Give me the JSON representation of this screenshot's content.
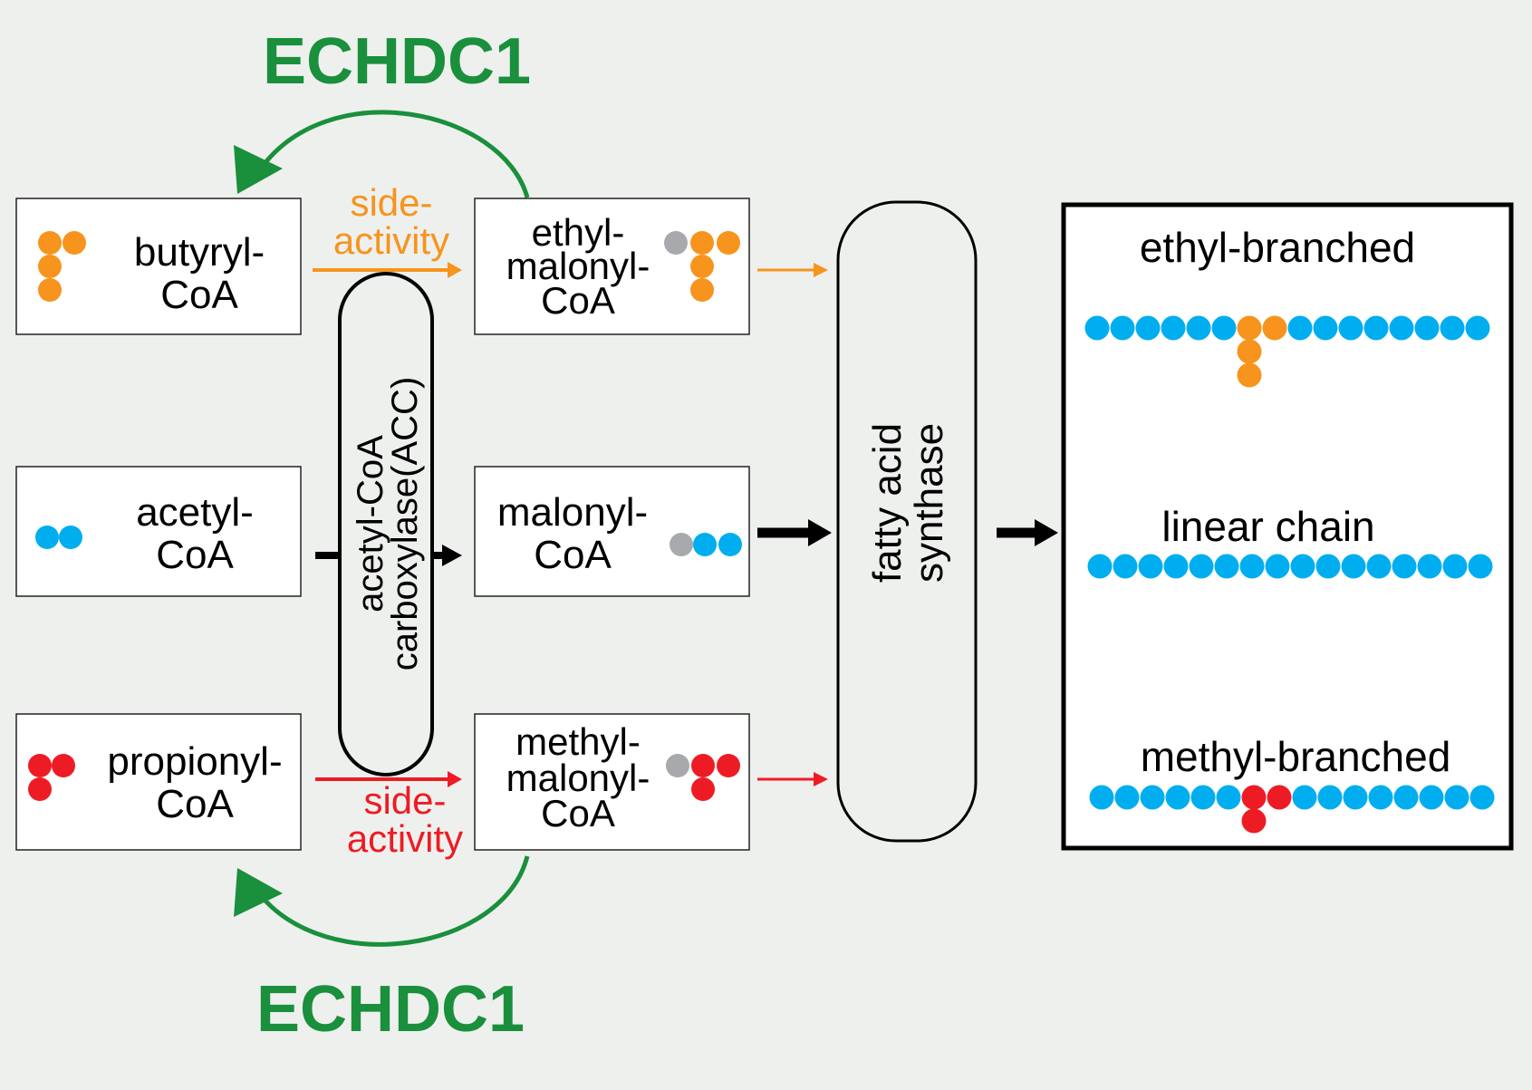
{
  "colors": {
    "background": "#eef0ee",
    "green": "#1a8f3c",
    "orange": "#f7941d",
    "blue": "#00aeef",
    "red": "#ed1c24",
    "gray": "#a7a9ac",
    "black": "#000000"
  },
  "enzyme": {
    "top": "ECHDC1",
    "bottom": "ECHDC1"
  },
  "side_activity": {
    "top_line1": "side-",
    "top_line2": "activity",
    "bottom_line1": "side-",
    "bottom_line2": "activity"
  },
  "substrates": {
    "butyryl": {
      "line1": "butyryl-",
      "line2": "CoA"
    },
    "acetyl": {
      "line1": "acetyl-",
      "line2": "CoA"
    },
    "propionyl": {
      "line1": "propionyl-",
      "line2": "CoA"
    }
  },
  "products": {
    "ethylmalonyl": {
      "line1": "ethyl-",
      "line2": "malonyl-",
      "line3": "CoA"
    },
    "malonyl": {
      "line1": "malonyl-",
      "line2": "CoA"
    },
    "methylmalonyl": {
      "line1": "methyl-",
      "line2": "malonyl-",
      "line3": "CoA"
    }
  },
  "acc": {
    "line1": "acetyl-CoA",
    "line2": "carboxylase(ACC)"
  },
  "fas": {
    "line1": "fatty acid",
    "line2": "synthase"
  },
  "results": {
    "ethyl_branched": "ethyl-branched",
    "linear": "linear chain",
    "methyl_branched": "methyl-branched"
  }
}
